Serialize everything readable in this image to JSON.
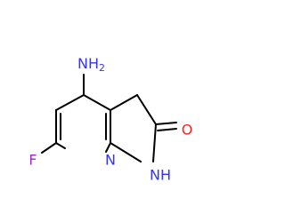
{
  "molecule": {
    "atoms": {
      "amino": {
        "label": "NH",
        "subscript": "2",
        "color": "#3333ff"
      },
      "oxygen": {
        "label": "O",
        "color": "#ff2020"
      },
      "fluorine": {
        "label": "F",
        "color": "#9a2bd6"
      },
      "pyridine_nitrogen": {
        "label": "N",
        "color": "#3333ff"
      },
      "amide_nh": {
        "label": "NH",
        "color": "#3333ff"
      }
    },
    "bond_color": "#000000"
  }
}
